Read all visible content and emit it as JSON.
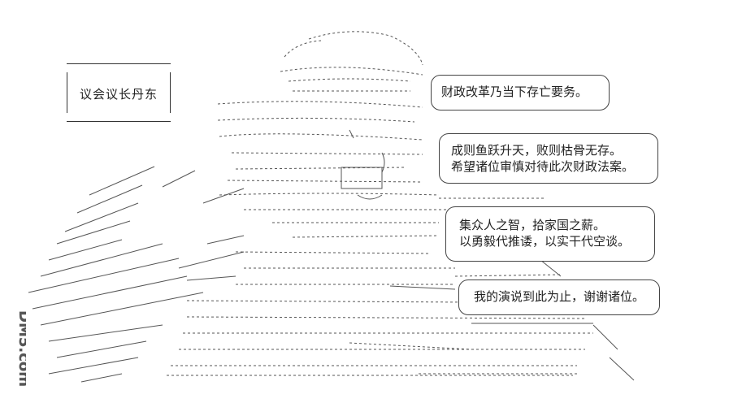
{
  "speaker_label": "议会议长丹东",
  "speech_bubbles": [
    {
      "lines": [
        "财政改革乃当下存亡要务。"
      ]
    },
    {
      "lines": [
        "成则鱼跃升天，败则枯骨无存。",
        "希望诸位审慎对待此次财政法案。"
      ]
    },
    {
      "lines": [
        "集众人之智，拾家国之薪。",
        "以勇毅代推诿，以实干代空谈。"
      ]
    },
    {
      "lines": [
        "我的演说到此为止，谢谢诸位。"
      ]
    }
  ],
  "watermark": {
    "text": "DM5.com",
    "color": "#555555"
  }
}
